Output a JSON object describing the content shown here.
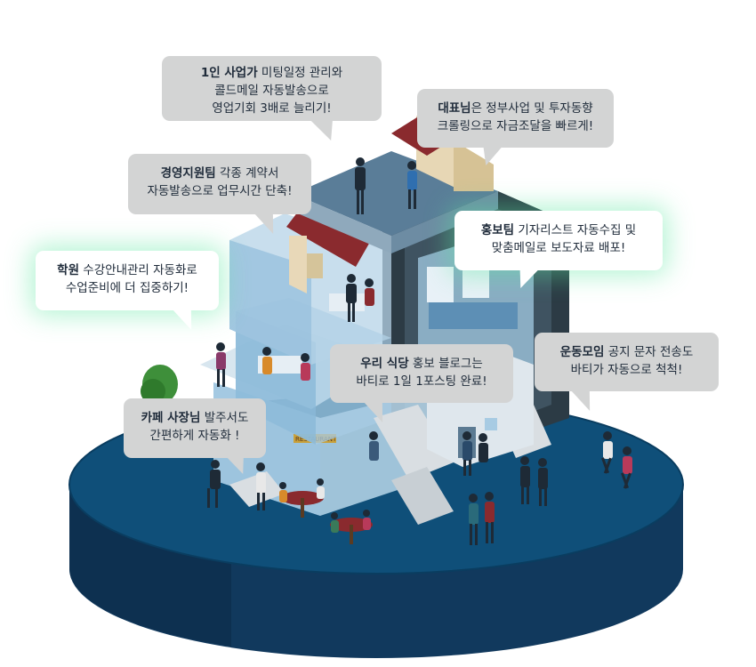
{
  "colors": {
    "platform_top": "#0f4f79",
    "platform_side": "#11395d",
    "bubble_gray": "#d3d4d4",
    "bubble_white": "#ffffff",
    "glow": "#5ae6a0",
    "roof_red": "#8a2a2e",
    "glass": "#a9cde6"
  },
  "bubbles": {
    "solo": {
      "bold": "1인 사업가",
      "rest": " 미팅일정 관리와",
      "line2": "콜드메일 자동발송으로",
      "line3": "영업기회 3배로 늘리기!"
    },
    "ceo": {
      "bold": "대표님",
      "rest": "은 정부사업 및 투자동향",
      "line2": "크롤링으로 자금조달을 빠르게!"
    },
    "support": {
      "bold": "경영지원팀",
      "rest": " 각종 계약서",
      "line2": "자동발송으로 업무시간 단축!"
    },
    "pr": {
      "bold": "홍보팀",
      "rest": " 기자리스트 자동수집 및",
      "line2": "맞춤메일로 보도자료 배포!"
    },
    "academy": {
      "bold": "학원",
      "rest": " 수강안내관리 자동화로",
      "line2": "수업준비에 더 집중하기!"
    },
    "restaurant": {
      "bold": "우리 식당",
      "rest": " 홍보 블로그는",
      "line2": "바티로 1일 1포스팅 완료!"
    },
    "club": {
      "bold": "운동모임",
      "rest": " 공지 문자 전송도",
      "line2": "바티가 자동으로 척척!"
    },
    "cafe": {
      "bold": "카페 사장님",
      "rest": " 발주서도",
      "line2": "간편하게 자동화 !"
    }
  },
  "signs": {
    "restaurant_sign": "RESTAURANT"
  }
}
